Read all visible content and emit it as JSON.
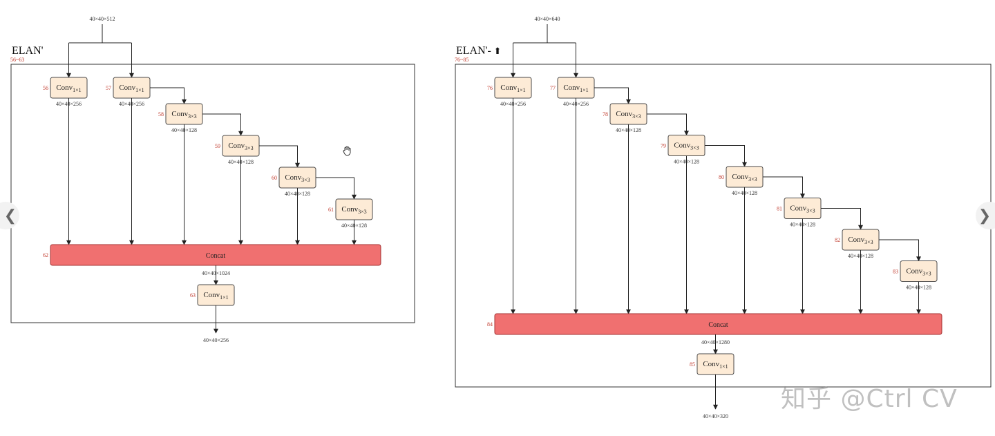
{
  "colors": {
    "conv_fill": "#fdebd6",
    "conv_stroke": "#4a4a4a",
    "concat_fill": "#f07070",
    "concat_stroke": "#a33333",
    "index_text": "#c0392b",
    "line": "#222222"
  },
  "icons": {
    "prev": "chevron-left-icon",
    "next": "chevron-right-icon",
    "cursor": "hand-cursor-icon"
  },
  "nav": {
    "prev_glyph": "❮",
    "next_glyph": "❯"
  },
  "watermark": "知乎 @Ctrl CV",
  "left": {
    "title": "ELAN'",
    "range": "56~63",
    "input_dim": "40×40×512",
    "convs": [
      {
        "idx": "56",
        "label": "Conv",
        "sub": "1×1",
        "dim": "40×40×256"
      },
      {
        "idx": "57",
        "label": "Conv",
        "sub": "1×1",
        "dim": "40×40×256"
      },
      {
        "idx": "58",
        "label": "Conv",
        "sub": "3×3",
        "dim": "40×40×128"
      },
      {
        "idx": "59",
        "label": "Conv",
        "sub": "3×3",
        "dim": "40×40×128"
      },
      {
        "idx": "60",
        "label": "Conv",
        "sub": "3×3",
        "dim": "40×40×128"
      },
      {
        "idx": "61",
        "label": "Conv",
        "sub": "3×3",
        "dim": "40×40×128"
      }
    ],
    "concat": {
      "idx": "62",
      "label": "Concat",
      "dim": "40×40×1024"
    },
    "final": {
      "idx": "63",
      "label": "Conv",
      "sub": "1×1",
      "dim": "40×40×256"
    }
  },
  "right": {
    "title": "ELAN'-",
    "title_suffix": "⬆",
    "range": "76~85",
    "input_dim": "40×40×640",
    "convs": [
      {
        "idx": "76",
        "label": "Conv",
        "sub": "1×1",
        "dim": "40×40×256"
      },
      {
        "idx": "77",
        "label": "Conv",
        "sub": "1×1",
        "dim": "40×40×256"
      },
      {
        "idx": "78",
        "label": "Conv",
        "sub": "3×3",
        "dim": "40×40×128"
      },
      {
        "idx": "79",
        "label": "Conv",
        "sub": "3×3",
        "dim": "40×40×128"
      },
      {
        "idx": "80",
        "label": "Conv",
        "sub": "3×3",
        "dim": "40×40×128"
      },
      {
        "idx": "81",
        "label": "Conv",
        "sub": "3×3",
        "dim": "40×40×128"
      },
      {
        "idx": "82",
        "label": "Conv",
        "sub": "3×3",
        "dim": "40×40×128"
      },
      {
        "idx": "83",
        "label": "Conv",
        "sub": "3×3",
        "dim": "40×40×128"
      }
    ],
    "concat": {
      "idx": "84",
      "label": "Concat",
      "dim": "40×40×1280"
    },
    "final": {
      "idx": "85",
      "label": "Conv",
      "sub": "1×1",
      "dim": "40×40×320"
    }
  }
}
